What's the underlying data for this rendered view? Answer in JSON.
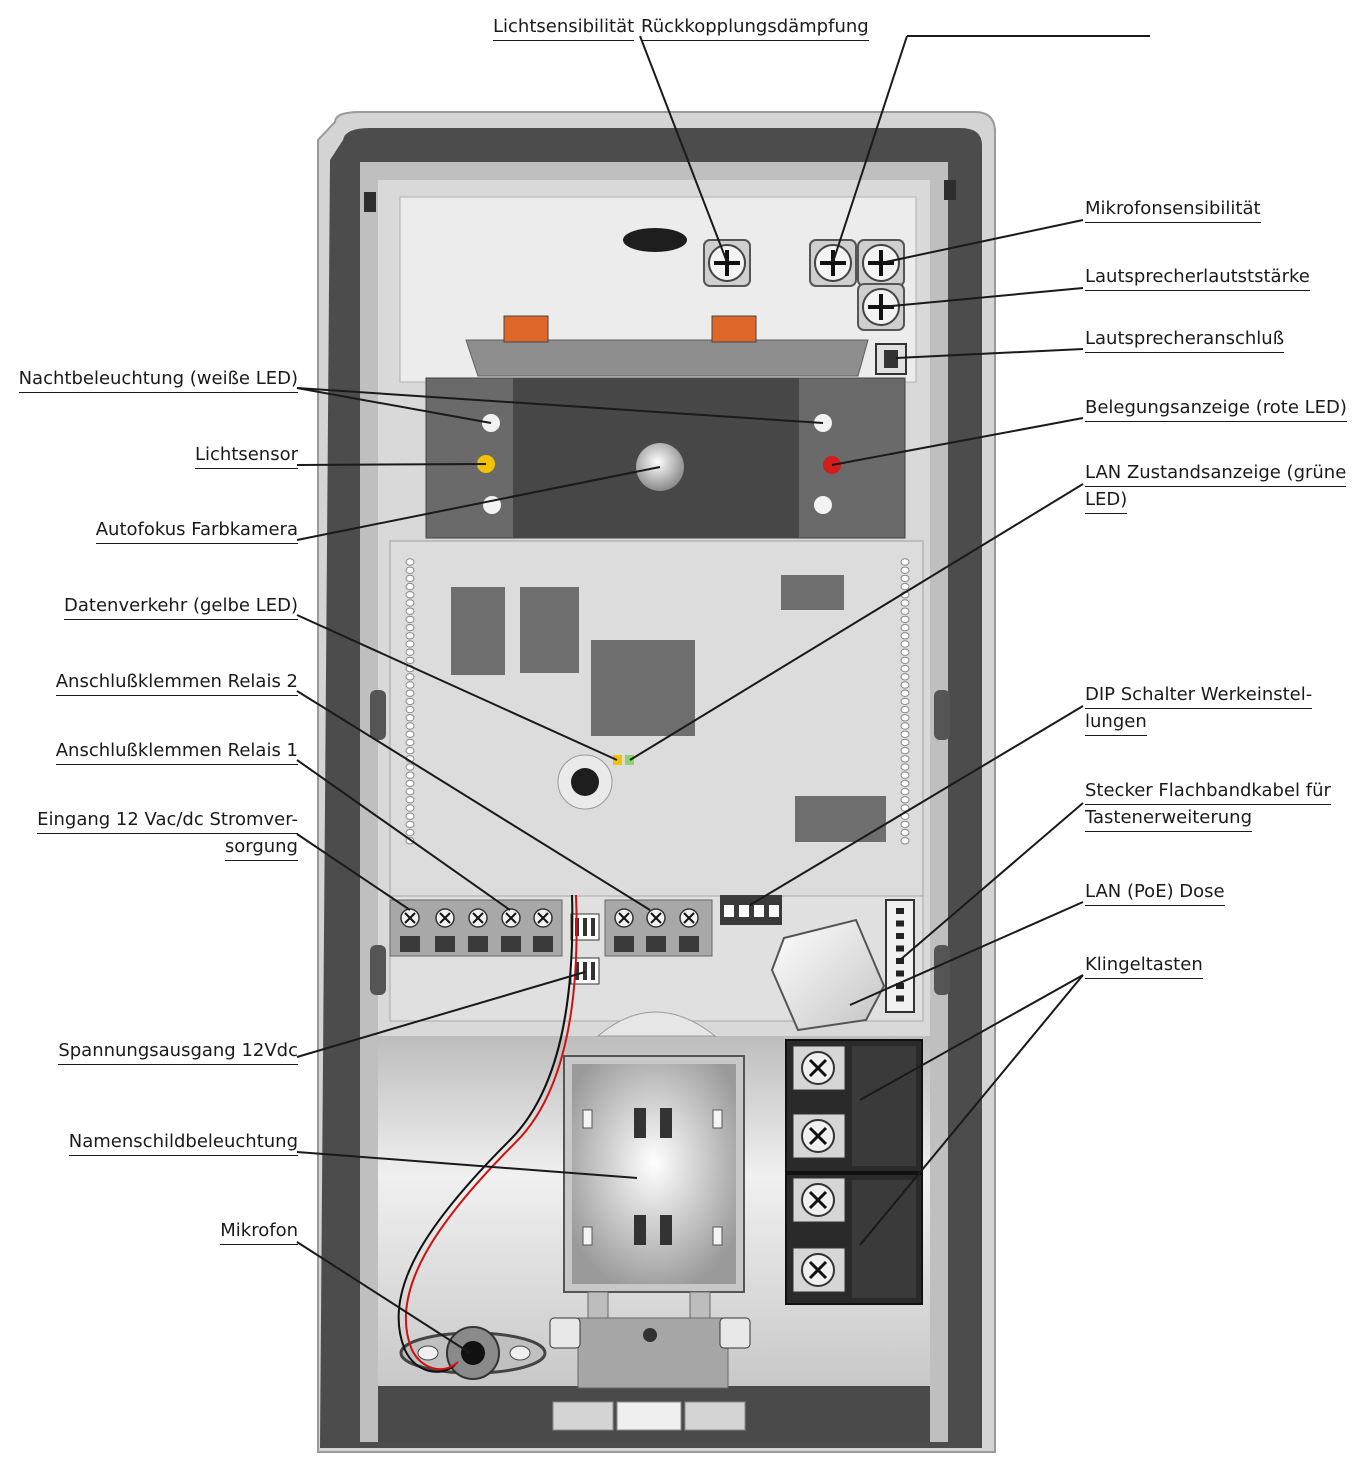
{
  "labels": {
    "light_sensitivity": "Lichtsensibilität",
    "feedback_damping": "Rückkopplungsdämpfung",
    "mic_sensitivity": "Mikrofonsensibilität",
    "speaker_volume": "Lautsprecherlautststärke",
    "speaker_connector": "Lautsprecheranschluß",
    "night_light": "Nachtbeleuchtung (weiße LED)",
    "busy_indicator": "Belegungsanzeige (rote LED)",
    "light_sensor": "Lichtsensor",
    "lan_status_line1": "LAN Zustandsanzeige (grüne",
    "lan_status_line2": "LED)",
    "autofocus_camera": "Autofokus Farbkamera",
    "data_traffic": "Datenverkehr (gelbe LED)",
    "relay2_terminals": "Anschlußklemmen Relais 2",
    "dip_switch_line1": "DIP Schalter Werkeinstel-",
    "dip_switch_line2": "lungen",
    "relay1_terminals": "Anschlußklemmen Relais 1",
    "flatcable_line1": "Stecker Flachbandkabel für",
    "flatcable_line2": "Tastenerweiterung",
    "power_input_line1": "Eingang 12 Vac/dc Stromver-",
    "power_input_line2": "sorgung",
    "lan_poe": "LAN (PoE) Dose",
    "bell_buttons": "Klingeltasten",
    "voltage_output": "Spannungsausgang 12Vdc",
    "nameplate_light": "Namenschildbeleuchtung",
    "microphone": "Mikrofon"
  },
  "colors": {
    "housing_dark": "#4a4a4a",
    "housing_light": "#d2d2d2",
    "panel": "#e9e9e9",
    "pcb": "#dcdcdc",
    "chip": "#6e6e6e",
    "led_red": "#d41c1c",
    "led_yellow": "#f2c200",
    "led_green": "#8fd36a",
    "potentiometer_orange": "#e0672a",
    "wire_red": "#d01010"
  }
}
